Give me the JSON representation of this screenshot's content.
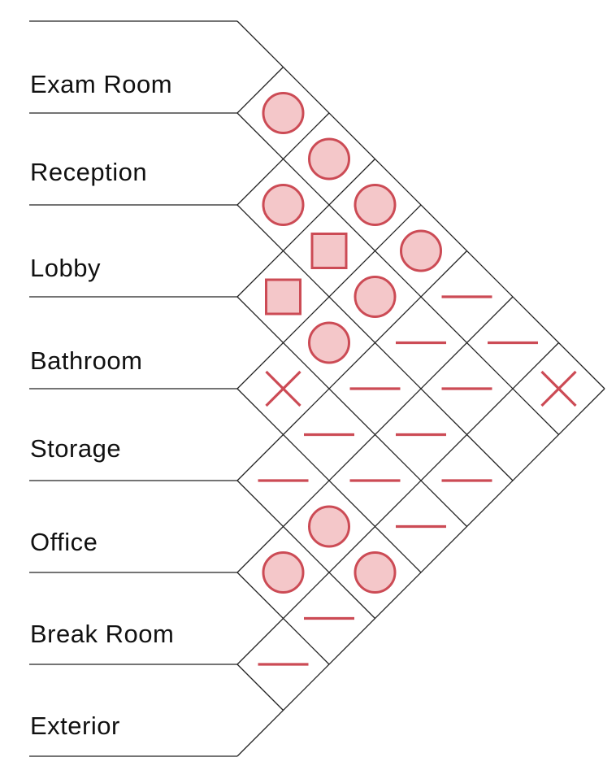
{
  "colors": {
    "accent": "#cc4b55",
    "fill": "#f4c7c9",
    "line": "#222222"
  },
  "legend_symbols": {
    "circle": "circle-icon",
    "square": "square-icon",
    "dash": "dash-icon",
    "cross": "cross-icon"
  },
  "rooms": [
    "Exam Room",
    "Reception",
    "Lobby",
    "Bathroom",
    "Storage",
    "Office",
    "Break Room",
    "Exterior"
  ],
  "relationships": [
    {
      "a": 0,
      "b": 1,
      "symbol": "circle"
    },
    {
      "a": 0,
      "b": 2,
      "symbol": "circle"
    },
    {
      "a": 0,
      "b": 3,
      "symbol": "circle"
    },
    {
      "a": 0,
      "b": 4,
      "symbol": "circle"
    },
    {
      "a": 0,
      "b": 5,
      "symbol": "dash"
    },
    {
      "a": 0,
      "b": 6,
      "symbol": "dash"
    },
    {
      "a": 0,
      "b": 7,
      "symbol": "cross"
    },
    {
      "a": 1,
      "b": 2,
      "symbol": "circle"
    },
    {
      "a": 1,
      "b": 3,
      "symbol": "square"
    },
    {
      "a": 1,
      "b": 4,
      "symbol": "circle"
    },
    {
      "a": 1,
      "b": 5,
      "symbol": "dash"
    },
    {
      "a": 1,
      "b": 6,
      "symbol": "dash"
    },
    {
      "a": 2,
      "b": 3,
      "symbol": "square"
    },
    {
      "a": 2,
      "b": 4,
      "symbol": "circle"
    },
    {
      "a": 2,
      "b": 5,
      "symbol": "dash"
    },
    {
      "a": 2,
      "b": 6,
      "symbol": "dash"
    },
    {
      "a": 2,
      "b": 7,
      "symbol": "dash"
    },
    {
      "a": 3,
      "b": 4,
      "symbol": "cross"
    },
    {
      "a": 3,
      "b": 5,
      "symbol": "dash"
    },
    {
      "a": 3,
      "b": 6,
      "symbol": "dash"
    },
    {
      "a": 3,
      "b": 7,
      "symbol": "dash"
    },
    {
      "a": 4,
      "b": 5,
      "symbol": "dash"
    },
    {
      "a": 4,
      "b": 6,
      "symbol": "circle"
    },
    {
      "a": 4,
      "b": 7,
      "symbol": "circle"
    },
    {
      "a": 5,
      "b": 6,
      "symbol": "circle"
    },
    {
      "a": 5,
      "b": 7,
      "symbol": "dash"
    },
    {
      "a": 6,
      "b": 7,
      "symbol": "dash"
    }
  ]
}
